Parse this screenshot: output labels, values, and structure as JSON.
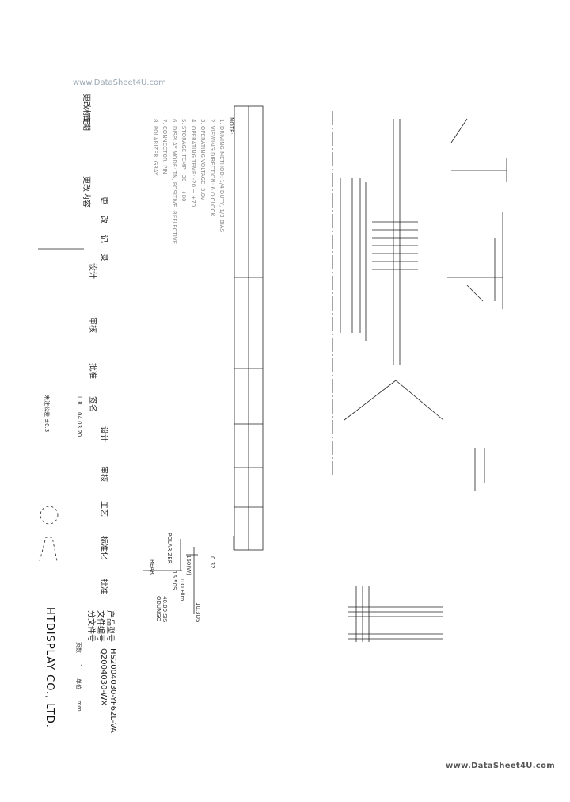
{
  "watermarks": {
    "top": "www.DataSheet4U.com",
    "bottom": "www.DataSheet4U.com"
  },
  "revision_table": {
    "col_mark": "更改标记",
    "col_date": "日期",
    "col_docno": "更改内容",
    "title_chars": [
      "更",
      "改",
      "记",
      "录"
    ],
    "col_design": "设计",
    "col_review": "审核",
    "col_approve": "批准",
    "sign_label": "签名",
    "sign_value": "L.R.",
    "date_value": "04.03.20",
    "tolerance": "未注公差 ±0.3"
  },
  "signature_table": {
    "design": "设计",
    "review": "审核",
    "process": "工艺",
    "standard": "标准化",
    "approve": "批准"
  },
  "title_block": {
    "model_label": "产品型号",
    "model_value": "HS2004030-YF62L-VA",
    "doc_label": "文件编号",
    "doc_value": "Q2004030-WX",
    "sub_label": "分文件号",
    "sheet_label": "页数",
    "sheet_value": "1",
    "unit_label": "单位",
    "unit_value": "mm",
    "company": "HTDISPLAY CO., LTD."
  },
  "small_dims": {
    "d1": "0.32",
    "d2": "160(W)",
    "d3": "10.3DS",
    "d4": "40.00 SIS",
    "d5": "16.50S",
    "d6": "ITO Film",
    "d7": "POLARIZER",
    "d8": "ODUNGO",
    "d9": "REAR"
  },
  "notes": {
    "head": "NOTE:",
    "lines": [
      "1. DRIVING METHOD: 1/4 DUTY, 1/3 BIAS",
      "2. VIEWING DIRECTION: 6 O'CLOCK",
      "3. OPERATING VOLTAGE: 3.0V",
      "4. OPERATING TEMP: -20 ~ +70",
      "5. STORAGE TEMP: -30 ~ +80",
      "6. DISPLAY MODE: TN, POSITIVE, REFLECTIVE",
      "7. CONNECTOR: PIN",
      "8. POLARIZER: GRAY"
    ]
  }
}
